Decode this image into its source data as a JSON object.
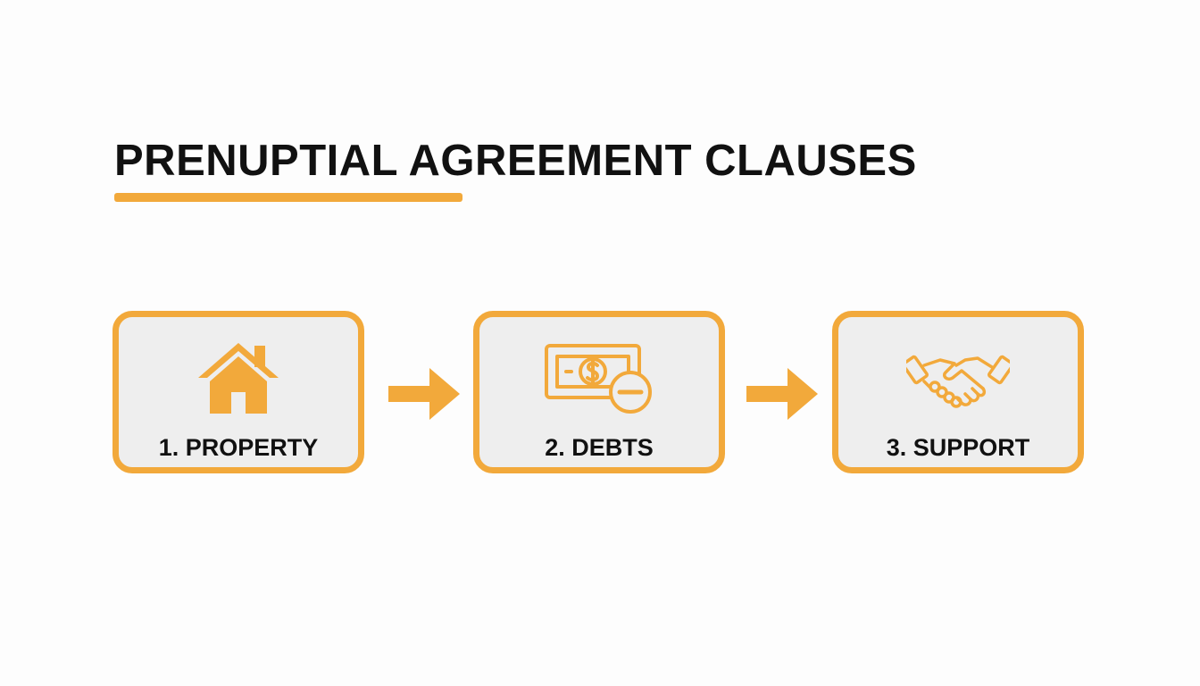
{
  "title": "PRENUPTIAL AGREEMENT CLAUSES",
  "colors": {
    "accent": "#f2a93b",
    "card_fill": "#eeeeee",
    "text": "#111111",
    "background": "#fdfdfd"
  },
  "steps": [
    {
      "label": "1. PROPERTY",
      "icon": "house-icon"
    },
    {
      "label": "2. DEBTS",
      "icon": "money-minus-icon"
    },
    {
      "label": "3. SUPPORT",
      "icon": "handshake-icon"
    }
  ],
  "connectors": [
    "arrow-right-icon",
    "arrow-right-icon"
  ]
}
